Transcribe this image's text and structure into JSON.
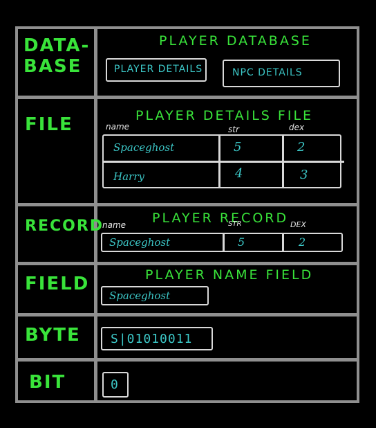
{
  "rows": {
    "database": {
      "label": "DATA-\nBASE",
      "title": "PLAYER DATABASE",
      "buttons": [
        "PLAYER DETAILS",
        "NPC DETAILS"
      ]
    },
    "file": {
      "label": "FILE",
      "title": "PLAYER DETAILS FILE",
      "columns": [
        "name",
        "str",
        "dex"
      ],
      "records": [
        {
          "name": "Spaceghost",
          "str": "5",
          "dex": "2"
        },
        {
          "name": "Harry",
          "str": "4",
          "dex": "3"
        }
      ]
    },
    "record": {
      "label": "RECORD",
      "title": "PLAYER RECORD",
      "columns": [
        "name",
        "STR",
        "DEX"
      ],
      "values": {
        "name": "Spaceghost",
        "str": "5",
        "dex": "2"
      }
    },
    "field": {
      "label": "FIELD",
      "title": "PLAYER NAME FIELD",
      "value": "Spaceghost"
    },
    "byte": {
      "label": "BYTE",
      "value": "S|01010011"
    },
    "bit": {
      "label": "BIT",
      "value": "0"
    }
  },
  "colors": {
    "label": "#39e33a",
    "value_text": "#3cc7c7",
    "lines": "#8f8f8f",
    "boxes": "#d9d9d9",
    "background": "#000000"
  }
}
